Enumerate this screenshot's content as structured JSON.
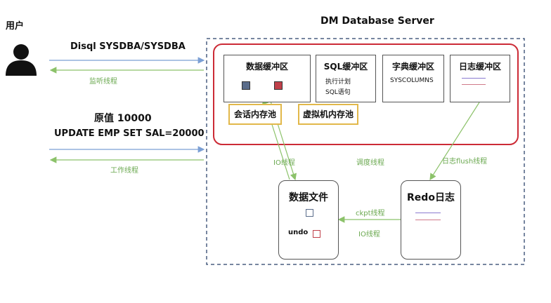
{
  "user": {
    "label": "用户"
  },
  "server": {
    "title": "DM Database Server"
  },
  "client": {
    "login_label": "Disql SYSDBA/SYSDBA",
    "listen_thread": "监听线程",
    "original_value": "原值 10000",
    "update_sql": "UPDATE EMP SET SAL=20000",
    "work_thread": "工作线程"
  },
  "buffers": {
    "data": {
      "title": "数据缓冲区"
    },
    "sql": {
      "title": "SQL缓冲区",
      "line1": "执行计划",
      "line2": "SQL语句"
    },
    "dict": {
      "title": "字典缓冲区",
      "content": "SYSCOLUMNS"
    },
    "log": {
      "title": "日志缓冲区"
    }
  },
  "pools": {
    "session": "会话内存池",
    "vm": "虚拟机内存池"
  },
  "threads": {
    "io": "IO线程",
    "scheduler": "调度线程",
    "log_flush": "日志flush线程",
    "ckpt": "ckpt线程",
    "io2": "IO线程"
  },
  "files": {
    "datafile": {
      "title": "数据文件",
      "undo": "undo"
    },
    "redo": {
      "title": "Redo日志"
    }
  },
  "colors": {
    "blue_arrow": "#7b9fd4",
    "green_arrow": "#8cc26a",
    "red_border": "#cc2b36",
    "yellow_border": "#e2b84a",
    "dashed_border": "#4a5f80"
  }
}
